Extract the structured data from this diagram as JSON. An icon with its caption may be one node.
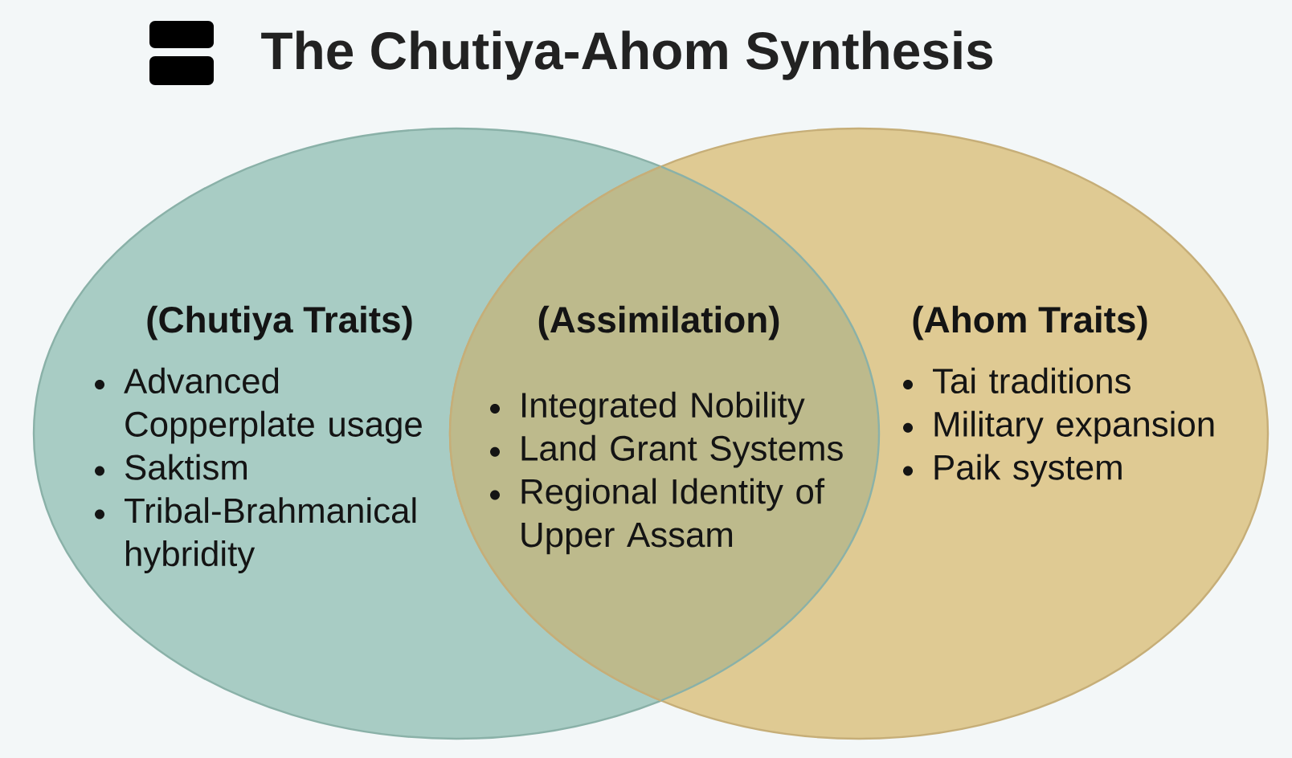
{
  "diagram": {
    "title": "The Chutiya-Ahom Synthesis",
    "nodes": [
      {
        "text": [
          "(Chutiya Traits)",
          "Advanced Copperplate usage",
          "Saktism",
          "Tribal-Brahmanical hybridity"
        ]
      },
      {
        "text": [
          "(Assimilation)",
          "Integrated Nobility",
          "Land Grant Systems",
          "Regional Identity of Upper Assam"
        ]
      },
      {
        "text": [
          "(Ahom Traits)",
          "Tai traditions",
          "Military expansion",
          "Paik system"
        ]
      }
    ]
  }
}
